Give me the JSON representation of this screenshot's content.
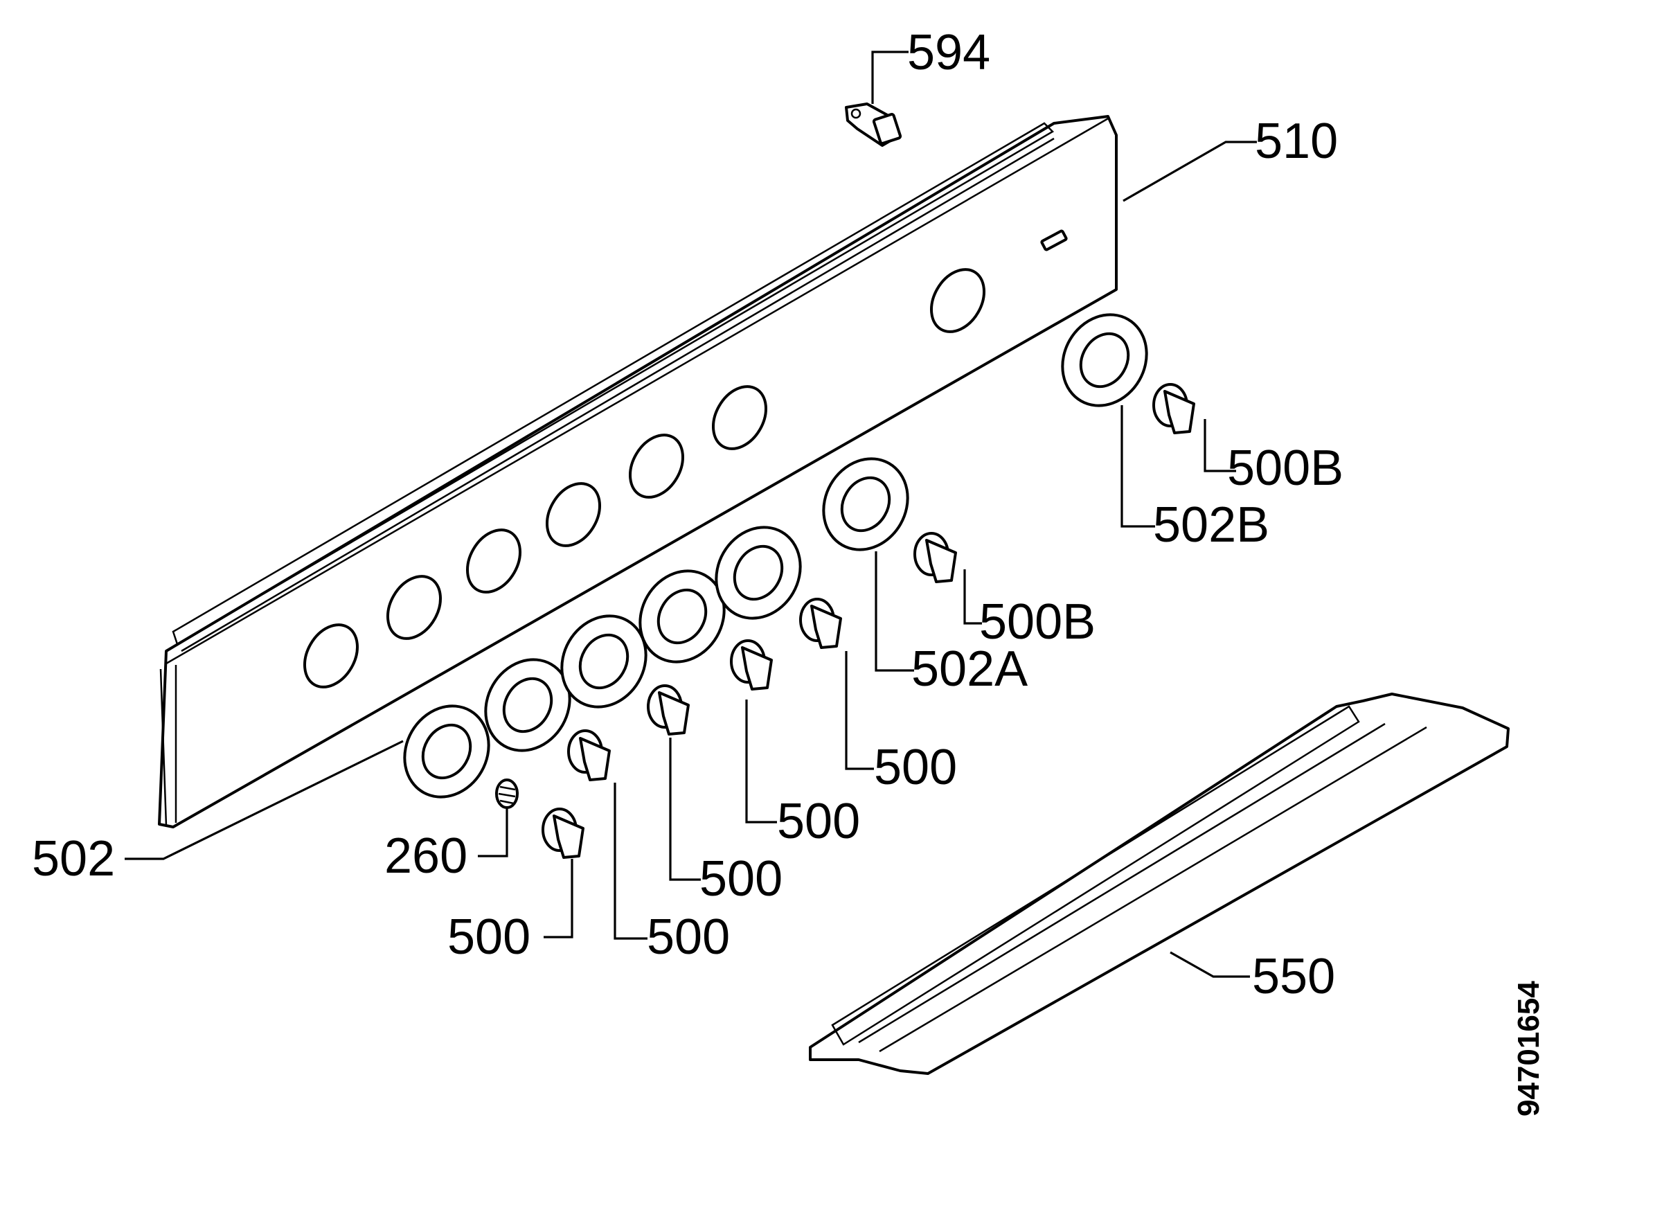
{
  "diagram": {
    "doc_number": "94701654",
    "labels": {
      "p594": "594",
      "p510": "510",
      "p500b_a": "500B",
      "p502b": "502B",
      "p500b_b": "500B",
      "p502a": "502A",
      "p500_a": "500",
      "p500_b": "500",
      "p500_c": "500",
      "p500_d": "500",
      "p500_e": "500",
      "p502": "502",
      "p260": "260",
      "p550": "550"
    }
  }
}
